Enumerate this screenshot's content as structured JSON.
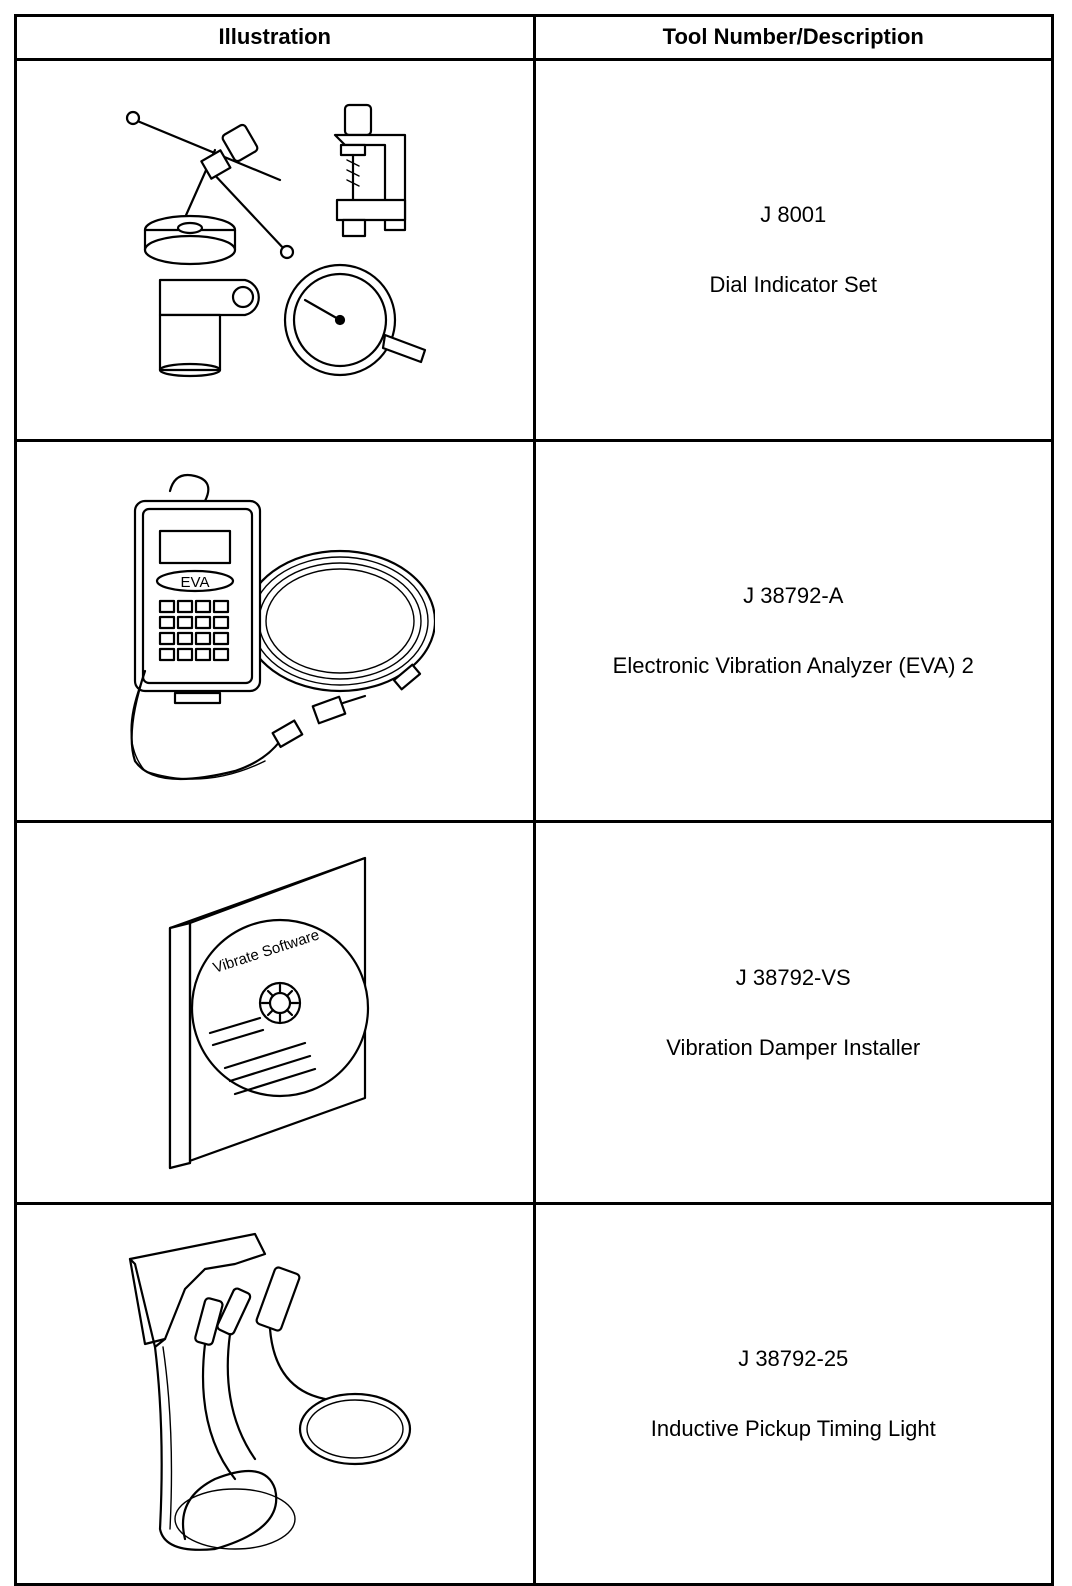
{
  "table": {
    "headers": [
      "Illustration",
      "Tool Number/Description"
    ],
    "rows": [
      {
        "tool_number": "J 8001",
        "description": "Dial Indicator Set",
        "illustration": "dial-indicator-set-illustration"
      },
      {
        "tool_number": "J 38792-A",
        "description": "Electronic Vibration Analyzer (EVA) 2",
        "illustration": "vibration-analyzer-illustration",
        "device_label": "EVA"
      },
      {
        "tool_number": "J 38792-VS",
        "description": "Vibration Damper Installer",
        "illustration": "software-cd-illustration",
        "cd_label": "Vibrate Software"
      },
      {
        "tool_number": "J 38792-25",
        "description": "Inductive Pickup Timing Light",
        "illustration": "timing-light-illustration"
      }
    ]
  }
}
